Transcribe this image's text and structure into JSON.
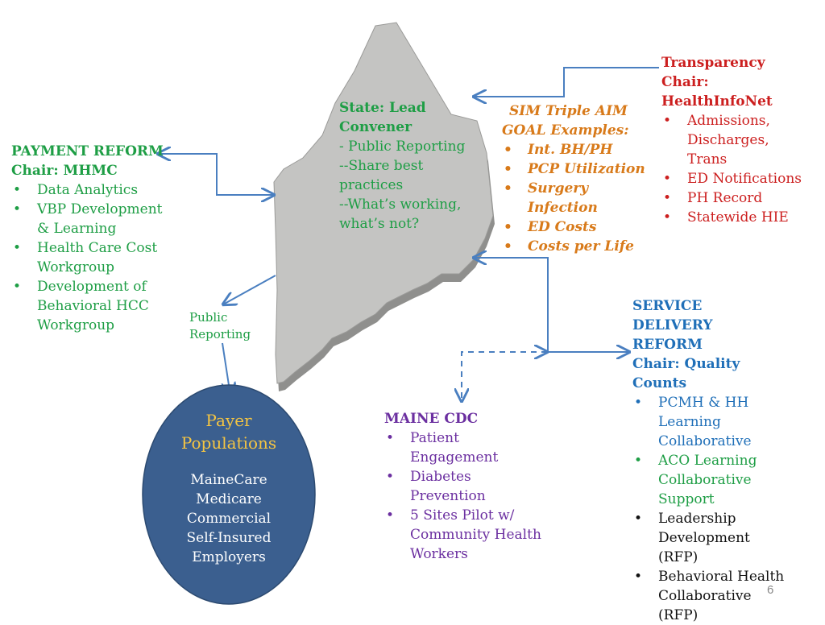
{
  "colors": {
    "green": "#1e9e45",
    "red": "#cc1f1f",
    "orange": "#d87a1a",
    "blue": "#1f6fb8",
    "purple": "#6b2fa0",
    "black": "#111111",
    "arrow": "#4a7fc0",
    "circle_fill": "#3b5f8f",
    "circle_title": "#f5c542",
    "map_fill": "#bcbcba"
  },
  "payment_reform": {
    "title": "PAYMENT REFORM",
    "chair": "Chair: MHMC",
    "items": [
      "Data Analytics",
      "VBP Development & Learning",
      "Health Care Cost Workgroup",
      "Development of Behavioral HCC Workgroup"
    ]
  },
  "state_lead": {
    "title": "State:  Lead Convener",
    "lines": [
      "-  Public Reporting",
      "--Share best practices",
      "--What’s working, what’s not?"
    ]
  },
  "sim_goals": {
    "title_line1": "SIM Triple AIM",
    "title_line2": "GOAL Examples:",
    "items": [
      "Int. BH/PH",
      "PCP Utilization",
      "Surgery Infection",
      "ED Costs",
      "Costs per Life"
    ]
  },
  "transparency": {
    "title": "Transparency",
    "chair": "Chair: HealthInfoNet",
    "items": [
      "Admissions, Discharges, Trans",
      "ED Notifications",
      "PH Record",
      "Statewide HIE"
    ]
  },
  "public_reporting_label": "Public Reporting",
  "payer_populations": {
    "title": "Payer Populations",
    "items": [
      "MaineCare",
      "Medicare",
      "Commercial",
      "Self-Insured",
      "Employers"
    ]
  },
  "maine_cdc": {
    "title": "MAINE CDC",
    "items": [
      "Patient Engagement",
      "Diabetes Prevention",
      "5 Sites Pilot w/ Community Health Workers"
    ]
  },
  "service_delivery": {
    "title": "SERVICE DELIVERY REFORM",
    "chair": "Chair: Quality Counts",
    "items": [
      {
        "text": "PCMH & HH Learning Collaborative",
        "color": "blue"
      },
      {
        "text": "ACO Learning Collaborative Support",
        "color": "green"
      },
      {
        "text": "Leadership Development (RFP)",
        "color": "black"
      },
      {
        "text": "Behavioral Health Collaborative (RFP)",
        "color": "black"
      }
    ]
  },
  "slide_number": "6"
}
